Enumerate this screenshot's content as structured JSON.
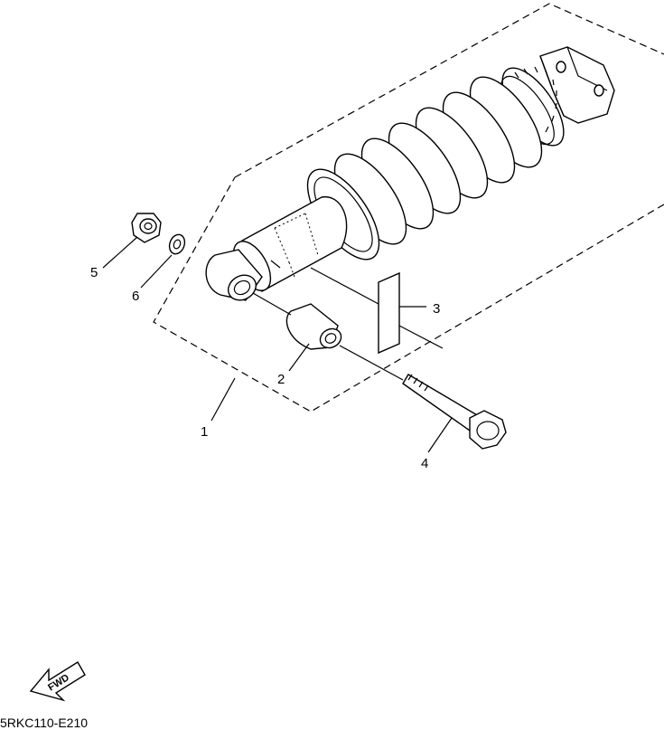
{
  "callouts": [
    {
      "number": "1"
    },
    {
      "number": "2"
    },
    {
      "number": "3"
    },
    {
      "number": "4"
    },
    {
      "number": "5"
    },
    {
      "number": "6"
    }
  ],
  "fwd_indicator": {
    "text": "FWD"
  },
  "diagram_code": "5RKC110-E210"
}
